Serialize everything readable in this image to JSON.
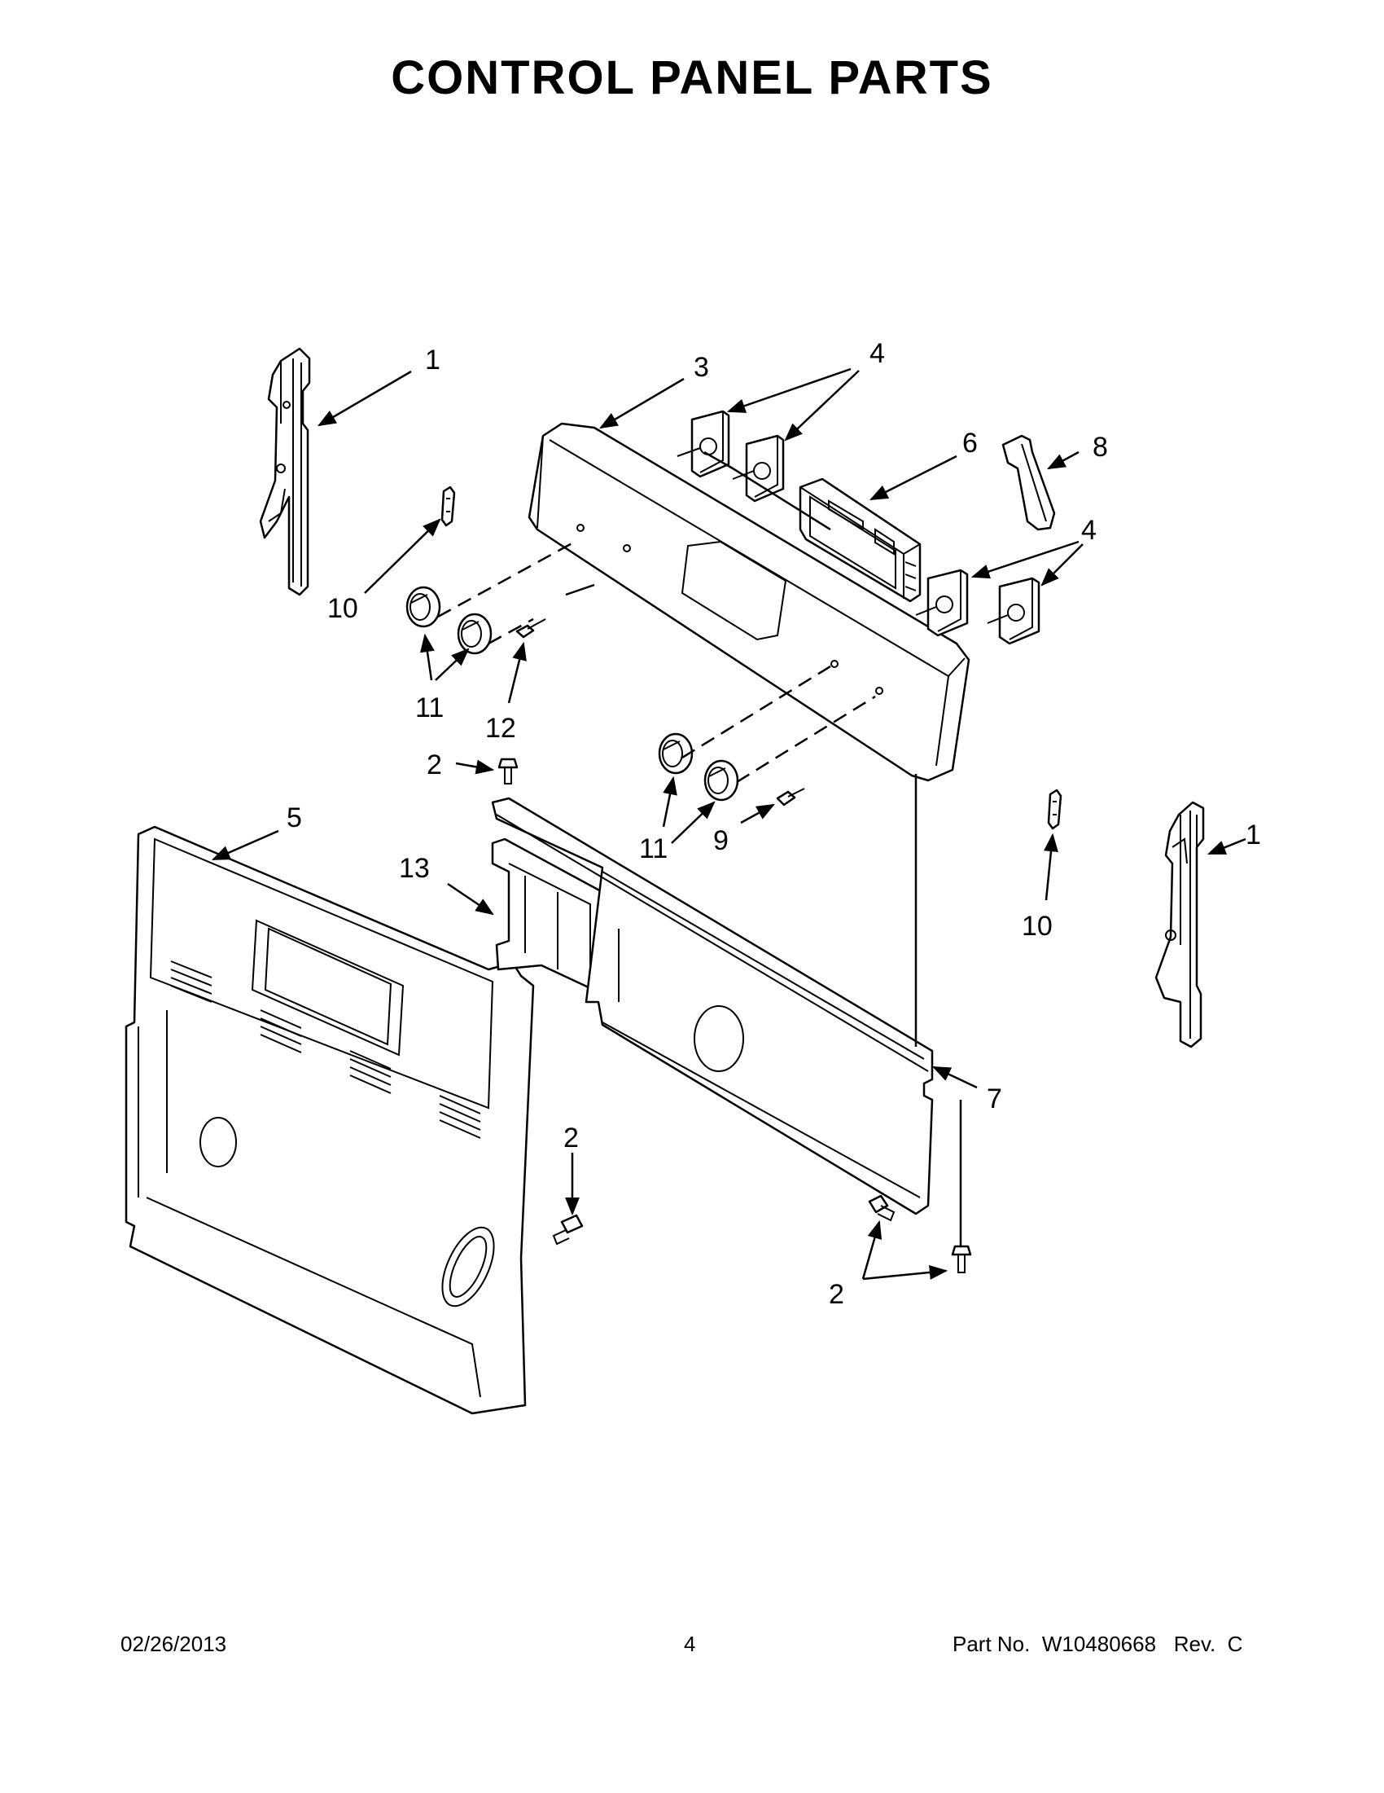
{
  "title": "CONTROL PANEL PARTS",
  "callouts": {
    "c1a": "1",
    "c1b": "1",
    "c2a": "2",
    "c2b": "2",
    "c2c": "2",
    "c3": "3",
    "c4a": "4",
    "c4b": "4",
    "c5": "5",
    "c6": "6",
    "c7": "7",
    "c8": "8",
    "c9": "9",
    "c10a": "10",
    "c10b": "10",
    "c11a": "11",
    "c11b": "11",
    "c12": "12",
    "c13": "13"
  },
  "footer": {
    "date": "02/26/2013",
    "page": "4",
    "part_no": "Part No.  W10480668   Rev.  C"
  }
}
